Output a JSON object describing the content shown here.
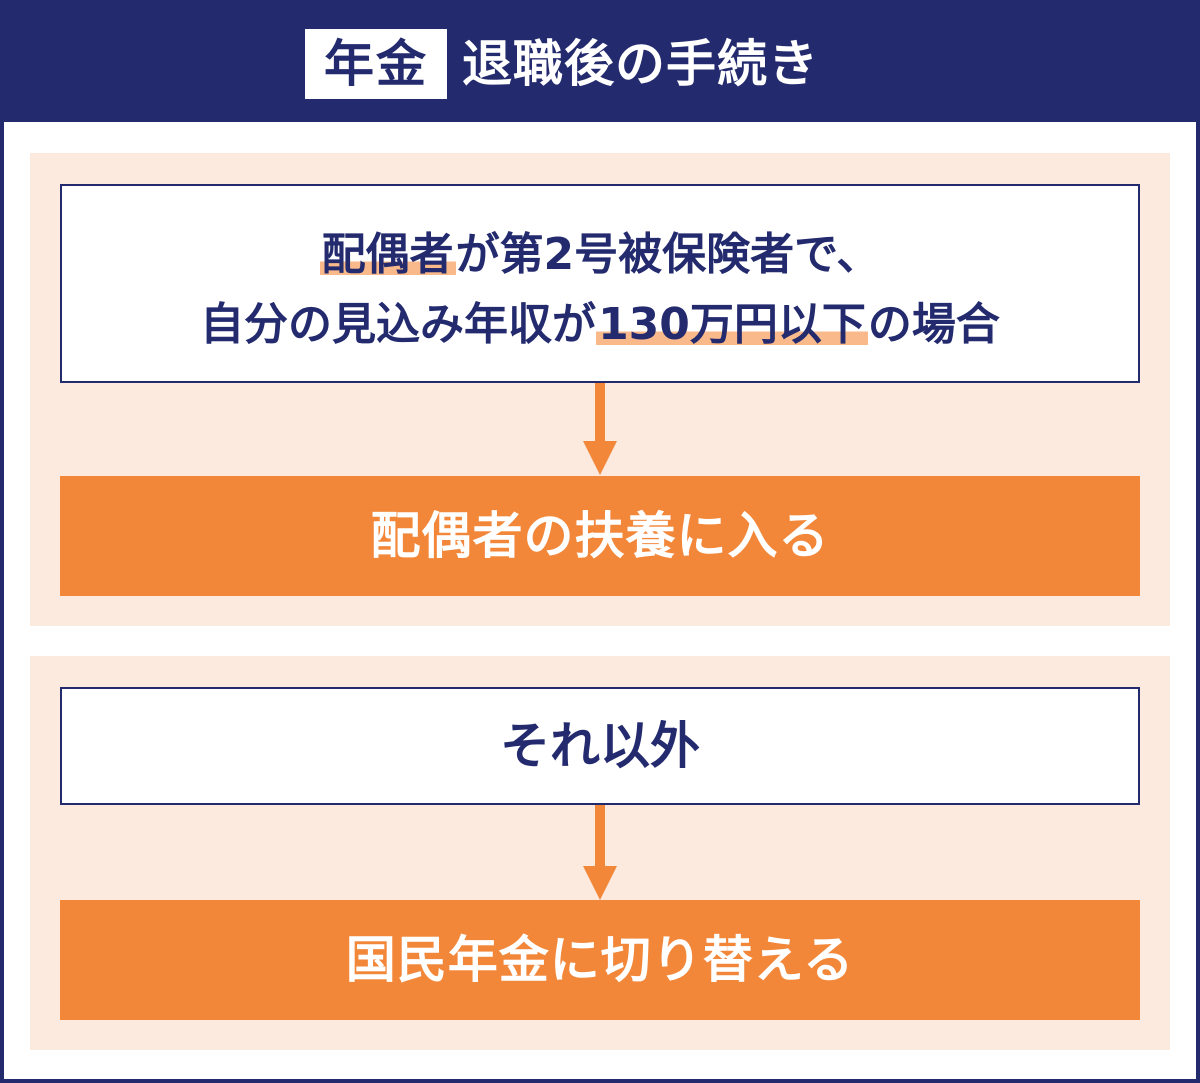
{
  "header": {
    "tag": "年金",
    "title": "退職後の手続き"
  },
  "case1": {
    "condition_line1_highlight": "配偶者",
    "condition_line1_rest": "が第2号被保険者で、",
    "condition_line2_pre": "自分の見込み年収が",
    "condition_line2_highlight": "130万円以下",
    "condition_line2_post": "の場合",
    "result": "配偶者の扶養に入る"
  },
  "case2": {
    "condition": "それ以外",
    "result": "国民年金に切り替える"
  },
  "colors": {
    "navy": "#232a6e",
    "orange": "#f2873a",
    "panel_bg": "#fdeadf",
    "highlight": "#f9b98a"
  },
  "icons": [
    "arrow-down-icon",
    "arrow-down-icon"
  ]
}
